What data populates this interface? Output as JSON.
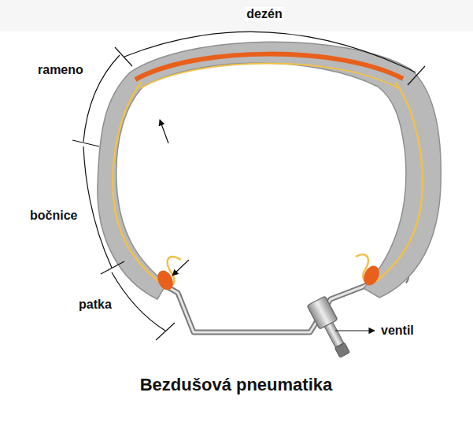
{
  "diagram": {
    "title": "Bezdušová pneumatika",
    "labels": [
      "dezén",
      "rameno",
      "bočnice",
      "patka",
      "ventil"
    ]
  }
}
